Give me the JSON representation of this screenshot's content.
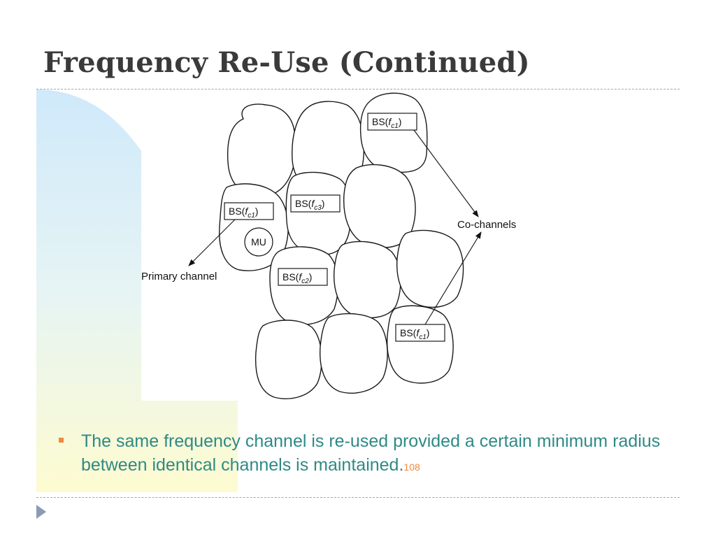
{
  "slide": {
    "title": "Frequency Re-Use (Continued)",
    "bullet_text": "The same frequency channel is re-used provided a certain minimum radius between identical channels is maintained.",
    "page_number": "108"
  },
  "diagram": {
    "labels": {
      "bs_top": {
        "main": "BS(",
        "f": "f",
        "sub": "c1",
        "close": ")"
      },
      "bs_left": {
        "main": "BS(",
        "f": "f",
        "sub": "c1",
        "close": ")"
      },
      "bs_fc3": {
        "main": "BS(",
        "f": "f",
        "sub": "c3",
        "close": ")"
      },
      "bs_fc2": {
        "main": "BS(",
        "f": "f",
        "sub": "c2",
        "close": ")"
      },
      "bs_bottom": {
        "main": "BS(",
        "f": "f",
        "sub": "c1",
        "close": ")"
      },
      "mu": "MU",
      "primary_channel": "Primary channel",
      "co_channels": "Co-channels"
    }
  },
  "colors": {
    "title": "#3a3a3a",
    "bullet_text": "#2e8a86",
    "bullet_marker": "#f08a3c",
    "page_number": "#f08a3c",
    "deco_blue": "#cfe9fb",
    "deco_yellow": "#fdfbd0"
  },
  "icons": {
    "nav": "triangle-right-icon",
    "bullet": "square-bullet-icon"
  }
}
